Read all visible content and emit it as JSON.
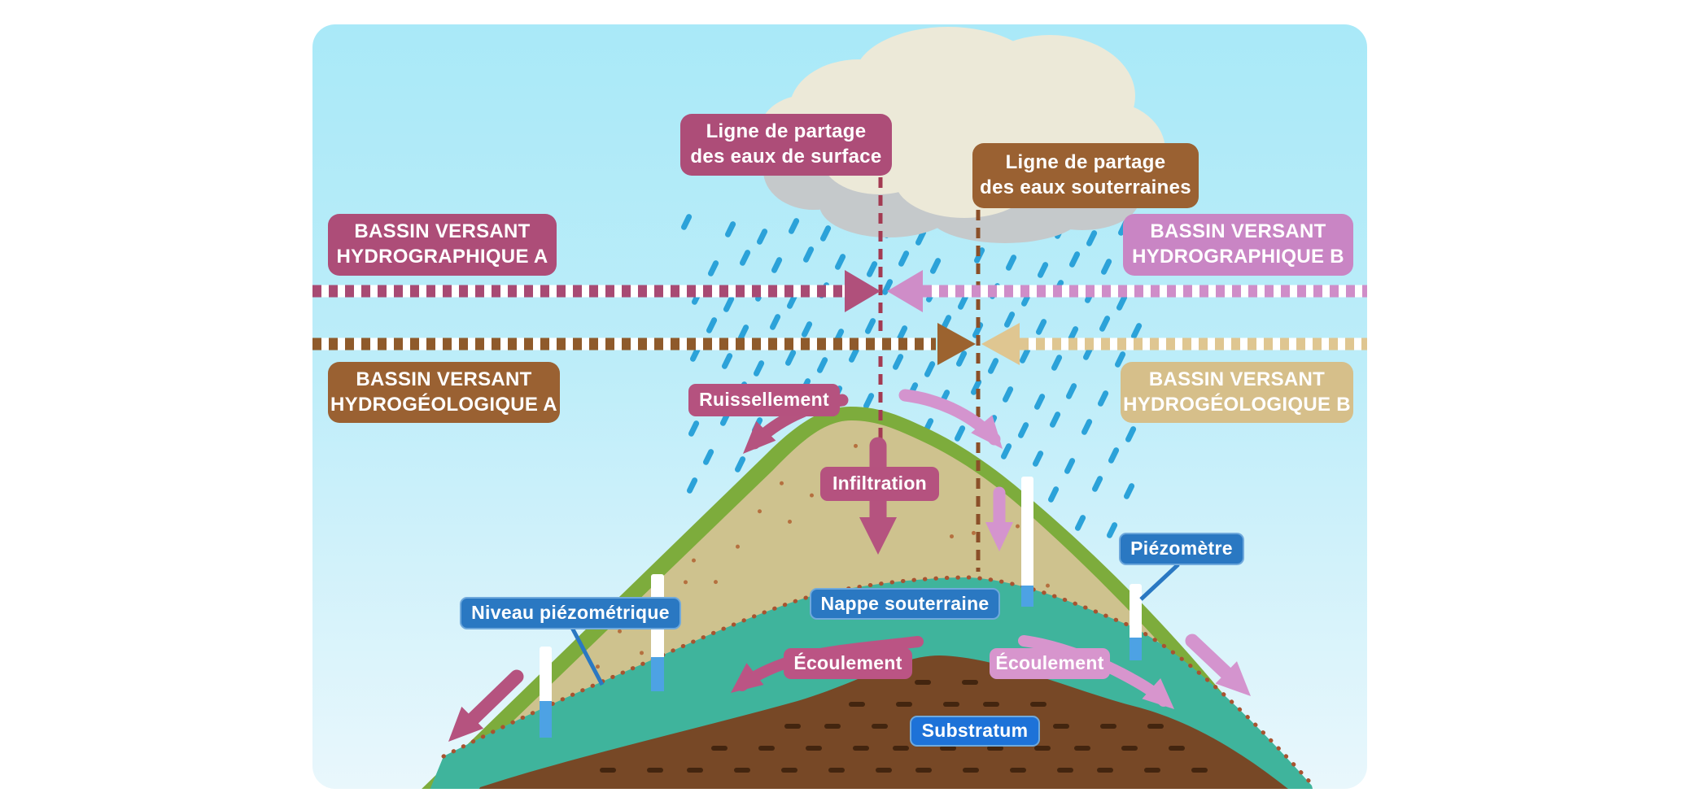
{
  "labels": {
    "ligne_partage_surface": "Ligne de partage\ndes eaux de surface",
    "ligne_partage_souterraines": "Ligne de partage\ndes eaux souterraines",
    "bassin_hydrographique_a": "BASSIN VERSANT\nHYDROGRAPHIQUE A",
    "bassin_hydrographique_b": "BASSIN VERSANT\nHYDROGRAPHIQUE B",
    "bassin_hydrogeologique_a": "BASSIN VERSANT\nHYDROGÉOLOGIQUE A",
    "bassin_hydrogeologique_b": "BASSIN VERSANT\nHYDROGÉOLOGIQUE B",
    "ruissellement": "Ruissellement",
    "infiltration": "Infiltration",
    "niveau_piezometrique": "Niveau piézométrique",
    "nappe_souterraine": "Nappe souterraine",
    "ecoulement_gauche": "Écoulement",
    "ecoulement_droite": "Écoulement",
    "substratum": "Substratum",
    "piezometre": "Piézomètre"
  },
  "colors": {
    "dark_pink": "#ad4d78",
    "light_pink": "#c985c4",
    "brown": "#9a6132",
    "tan": "#d6bf8a",
    "label_blue": "#2a78c2",
    "substratum_label_blue": "#1d72d8",
    "sky_top": "#a9e9f8",
    "sky_bottom": "#e9f7fc",
    "grass_green": "#7dac3c",
    "soil_tan": "#cec28e",
    "aquifer_teal": "#3fb49c",
    "substratum_brown": "#774826",
    "rain_blue": "#2ba2d9",
    "divide_line_surface": "#a33a52",
    "divide_line_ground": "#8b4f28"
  }
}
